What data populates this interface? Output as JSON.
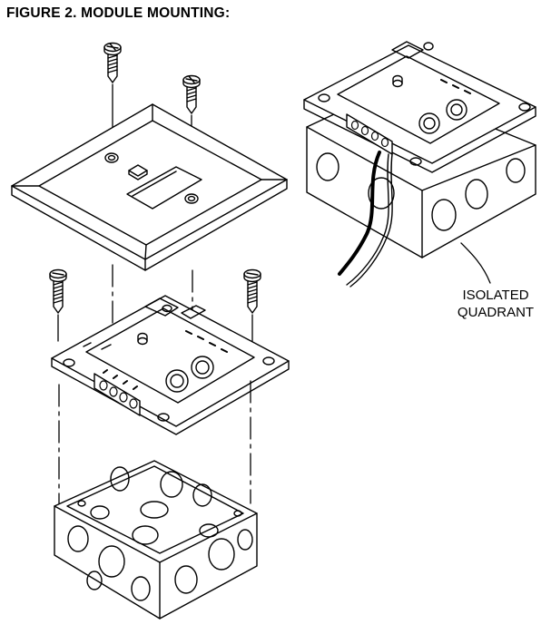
{
  "figure": {
    "title": "FIGURE 2. MODULE MOUNTING:",
    "callout": {
      "line1": "ISOLATED",
      "line2": "QUADRANT"
    }
  },
  "parts": [
    "screw-icon",
    "wall-plate",
    "module",
    "electrical-box",
    "wire-icon"
  ]
}
